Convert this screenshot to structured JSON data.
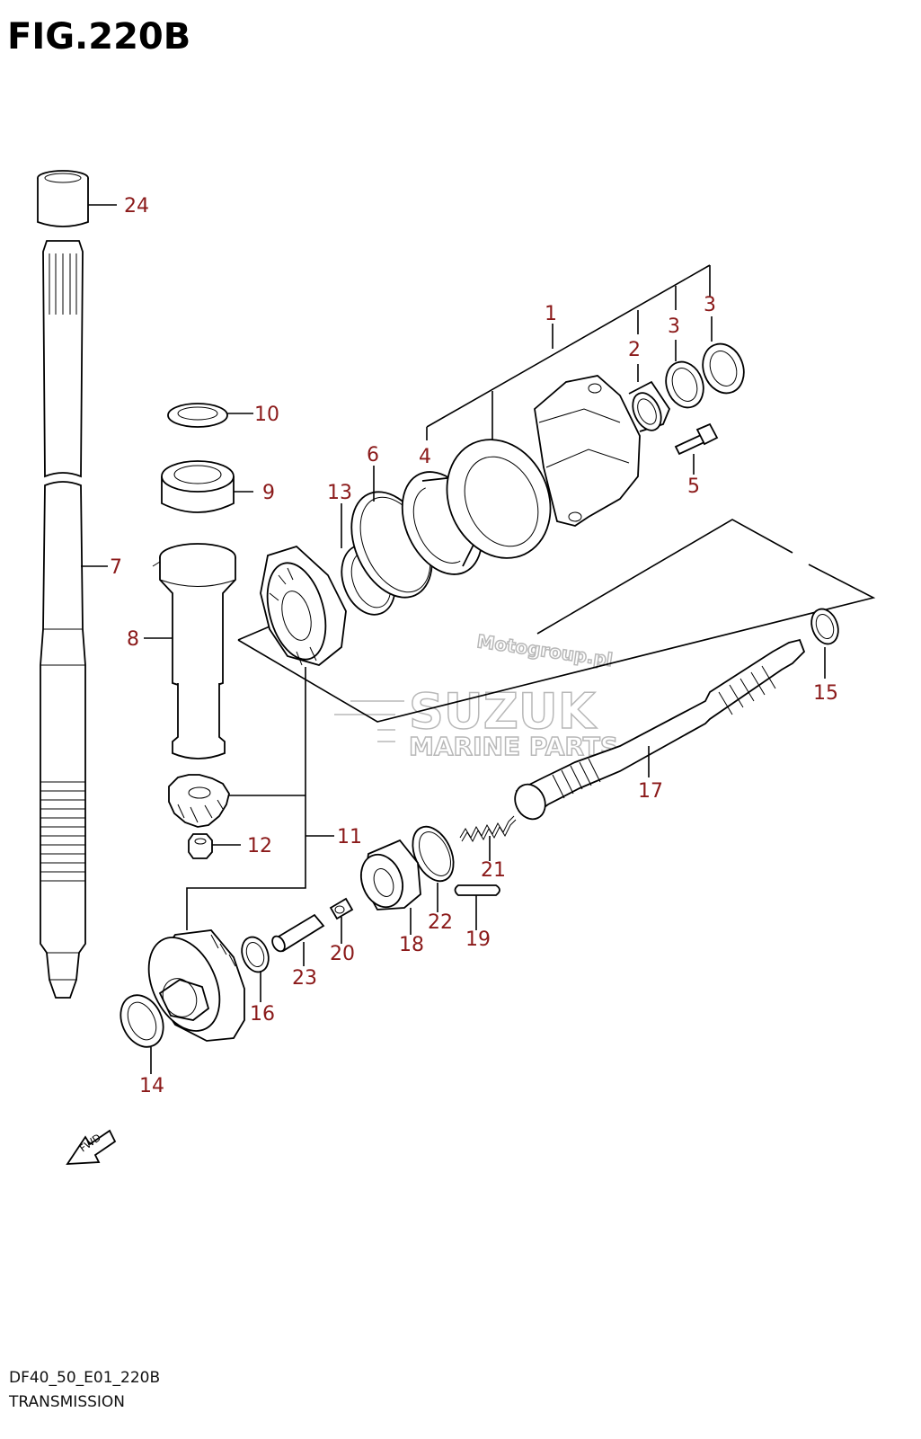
{
  "header": {
    "figure": "FIG.220B"
  },
  "footer": {
    "model_code": "DF40_50_E01_220B",
    "section": "TRANSMISSION"
  },
  "labels": {
    "l1": "1",
    "l2": "2",
    "l3a": "3",
    "l3b": "3",
    "l4": "4",
    "l5": "5",
    "l6": "6",
    "l7": "7",
    "l8": "8",
    "l9": "9",
    "l10": "10",
    "l11": "11",
    "l12": "12",
    "l13": "13",
    "l14": "14",
    "l15": "15",
    "l16": "16",
    "l17": "17",
    "l18": "18",
    "l19": "19",
    "l20": "20",
    "l21": "21",
    "l22": "22",
    "l23": "23",
    "l24": "24"
  },
  "watermark": {
    "brand": "SUZUK",
    "subtitle": "MARINE PARTS",
    "site": "Motogroup.pl"
  },
  "fwd_arrow": {
    "text": "FWD"
  },
  "colors": {
    "label": "#8b1a1a",
    "line": "#000000",
    "watermark": "#b8b8b8"
  }
}
